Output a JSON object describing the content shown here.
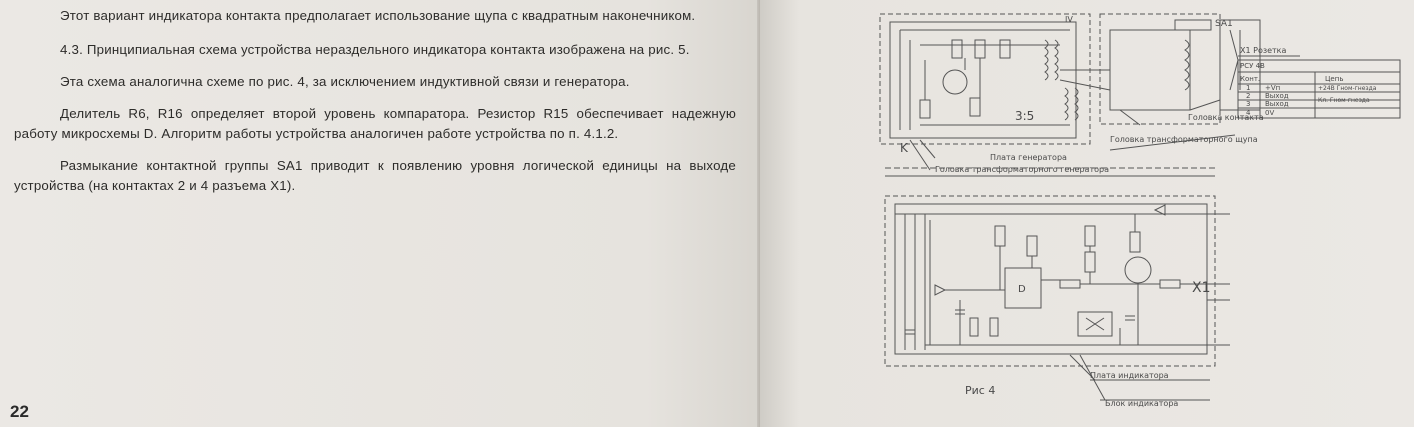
{
  "left_page": {
    "paragraphs": [
      "Этот вариант индикатора контакта предполагает использование щупа с квадратным наконечником.",
      "4.3. Принципиальная схема устройства нераздельного индикатора контакта изображена на рис. 5.",
      "Эта схема аналогична схеме по рис. 4, за исключением индуктивной связи и генератора.",
      "Делитель R6, R16 определяет второй уровень компаратора. Резистор R15 обеспечивает надежную работу микросхемы D. Алгоритм работы устройства аналогичен работе устройства по п. 4.1.2.",
      "Размыкание контактной группы SA1 приводит к появлению уровня логической единицы на выходе устройства (на контактах 2 и 4 разъема X1)."
    ],
    "page_number": "22"
  },
  "figure": {
    "caption": "Рис 4",
    "labels": {
      "board_generator": "Плата генератора",
      "transformer_generator": "Головка трансформаторного генератора",
      "probe_head": "Головка трансформаторного щупа",
      "contact_head": "Головка контакта",
      "ratio": "3:5",
      "sa1": "SA1",
      "k": "K",
      "indicator_board": "Плата индикатора",
      "indicator_body": "Блок индикатора",
      "d": "D",
      "x1": "X1",
      "roman4": "IV"
    },
    "connector_table": {
      "title": "X1 Розетка",
      "subtitle": "РСУ 4В",
      "header_contact": "Конт.",
      "header_circuit": "Цепь",
      "rows": [
        {
          "n": "1",
          "circuit": "+Vп"
        },
        {
          "n": "2",
          "circuit": "Выход"
        },
        {
          "n": "3",
          "circuit": "Выход"
        },
        {
          "n": "4",
          "circuit": "0V"
        }
      ],
      "note_1": "+24В Гном-гнезда",
      "note_2": "Кл. Гном-гнезда"
    }
  }
}
